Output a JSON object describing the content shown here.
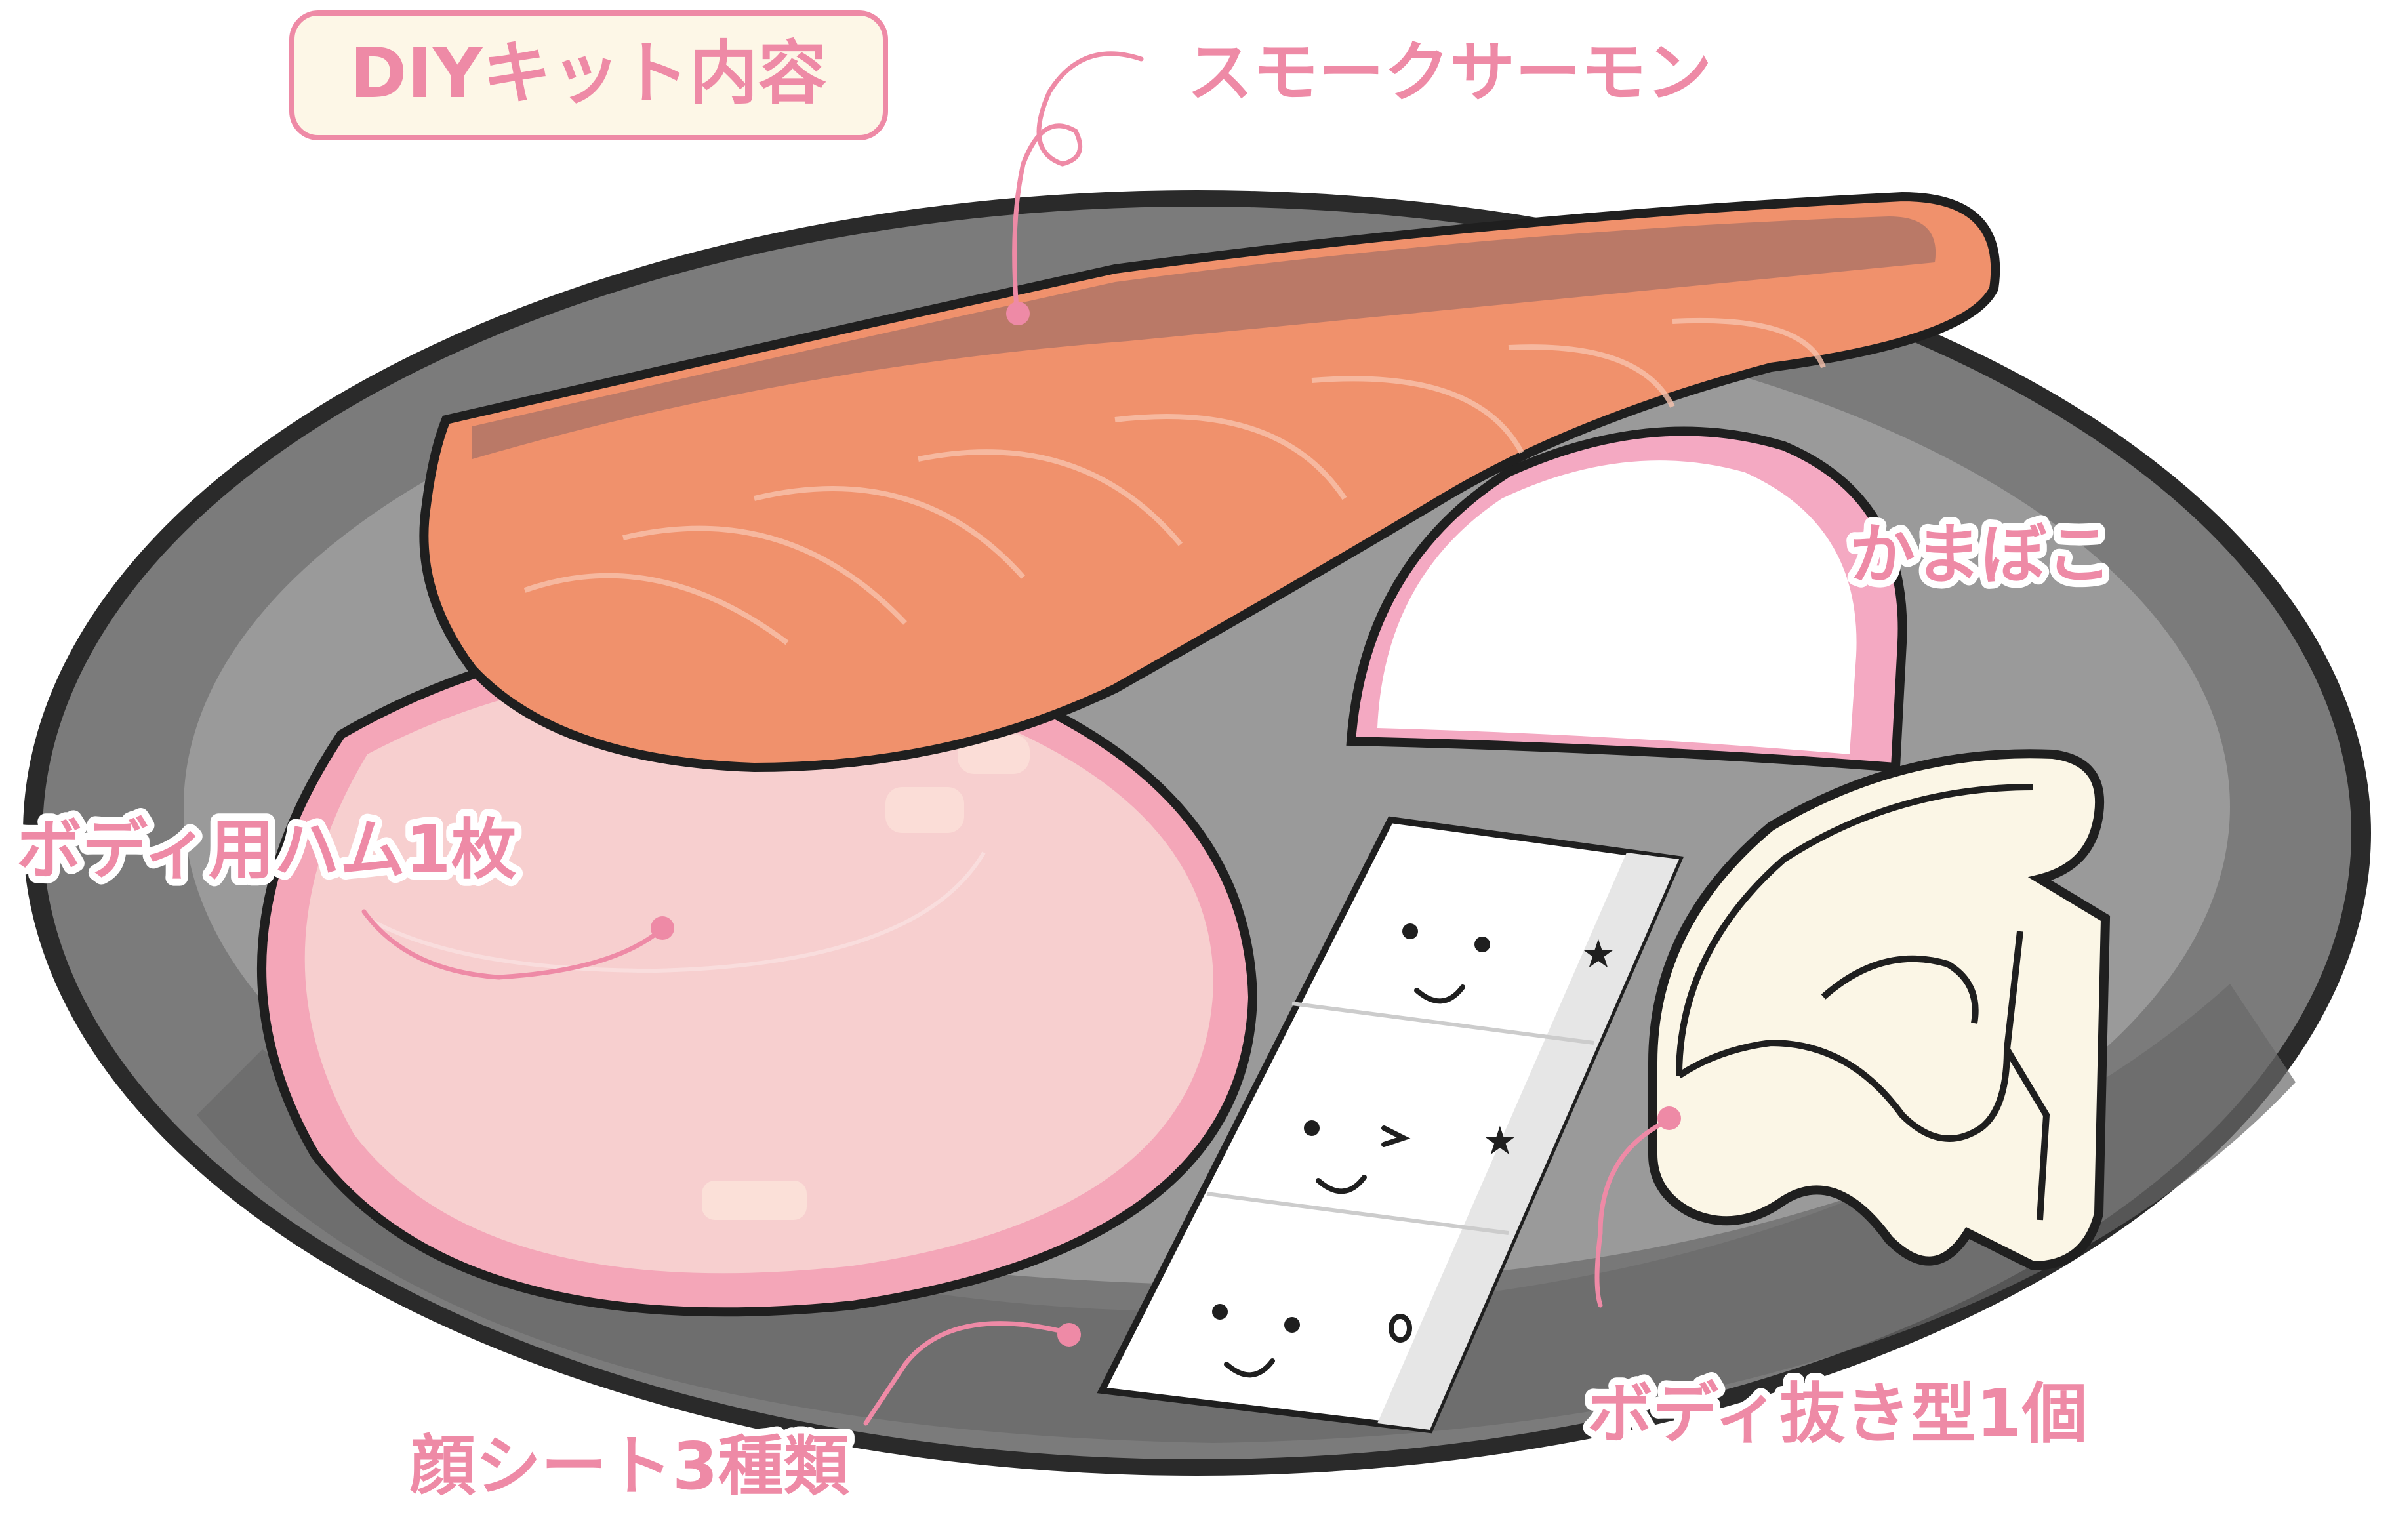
{
  "title": "DIYキット内容",
  "labels": {
    "salmon": "スモークサーモン",
    "kamaboko": "かまぼこ",
    "ham": "ボディ用ハム1枚",
    "face_sheet": "顔シート3種類",
    "cutter": "ボディ抜き型1個"
  },
  "colors": {
    "accent": "#ee8aa6",
    "tray": "#7b7b7b",
    "salmon": "#f0916c",
    "ham": "#f7cfcf",
    "cutter": "#fbf6e6",
    "title_bg": "#fdf7e7"
  }
}
